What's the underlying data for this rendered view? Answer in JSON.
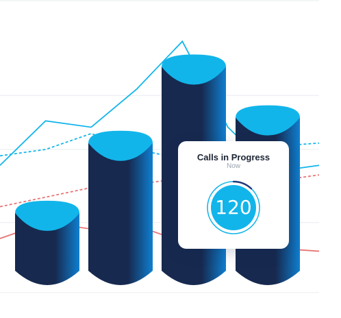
{
  "chart_data": {
    "type": "bar",
    "categories": [
      "",
      "",
      "",
      ""
    ],
    "series": [
      {
        "values": [
          33,
          55,
          79,
          63
        ]
      }
    ],
    "lines": [
      {
        "style": "solid",
        "color": "#12b5ea",
        "values": [
          48,
          62,
          60,
          72,
          87,
          60,
          46,
          48
        ]
      },
      {
        "style": "dashed",
        "color": "#12b5ea",
        "values": [
          51,
          53,
          58,
          53,
          50,
          51,
          54,
          55
        ]
      },
      {
        "style": "dashed",
        "color": "#e87474",
        "values": [
          35,
          38,
          41,
          42,
          44,
          42,
          43,
          45
        ]
      },
      {
        "style": "solid",
        "color": "#e87474",
        "values": [
          25,
          30,
          28,
          29,
          24,
          23,
          22,
          21
        ]
      }
    ],
    "ylim": [
      0,
      100
    ],
    "grid": true,
    "colors": {
      "bar_body": "#17294f",
      "bar_edge": "#0f7fd0",
      "bar_top": "#12b5ea",
      "grid": "#e9ecef"
    }
  },
  "card": {
    "title": "Calls in Progress",
    "subtitle": "Now",
    "value": "120",
    "progress": 0.12,
    "color": "#12b5ea"
  }
}
